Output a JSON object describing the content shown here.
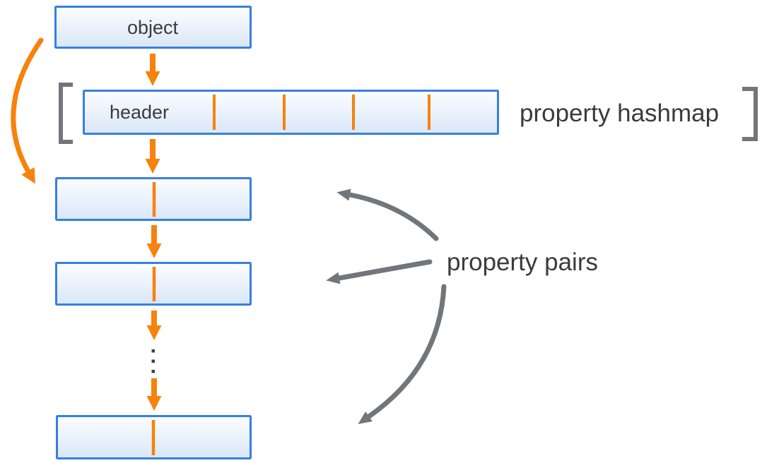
{
  "diagram": {
    "object_box": {
      "label": "object"
    },
    "hashmap": {
      "header_label": "header",
      "annotation": "property hashmap",
      "slot_divider_count": 4
    },
    "property_pairs": {
      "annotation": "property pairs",
      "visible_box_count": 3,
      "ellipsis_dot_count": 3
    },
    "colors": {
      "box_border_blue": "#377fe0",
      "box_fill_top": "#fcfdff",
      "box_fill_bottom": "#d9e7f8",
      "orange": "#f7820d",
      "gray": "#71767b",
      "text": "#3b3b3d",
      "ellipsis_dot": "#424242",
      "background": "#ffffff"
    }
  }
}
